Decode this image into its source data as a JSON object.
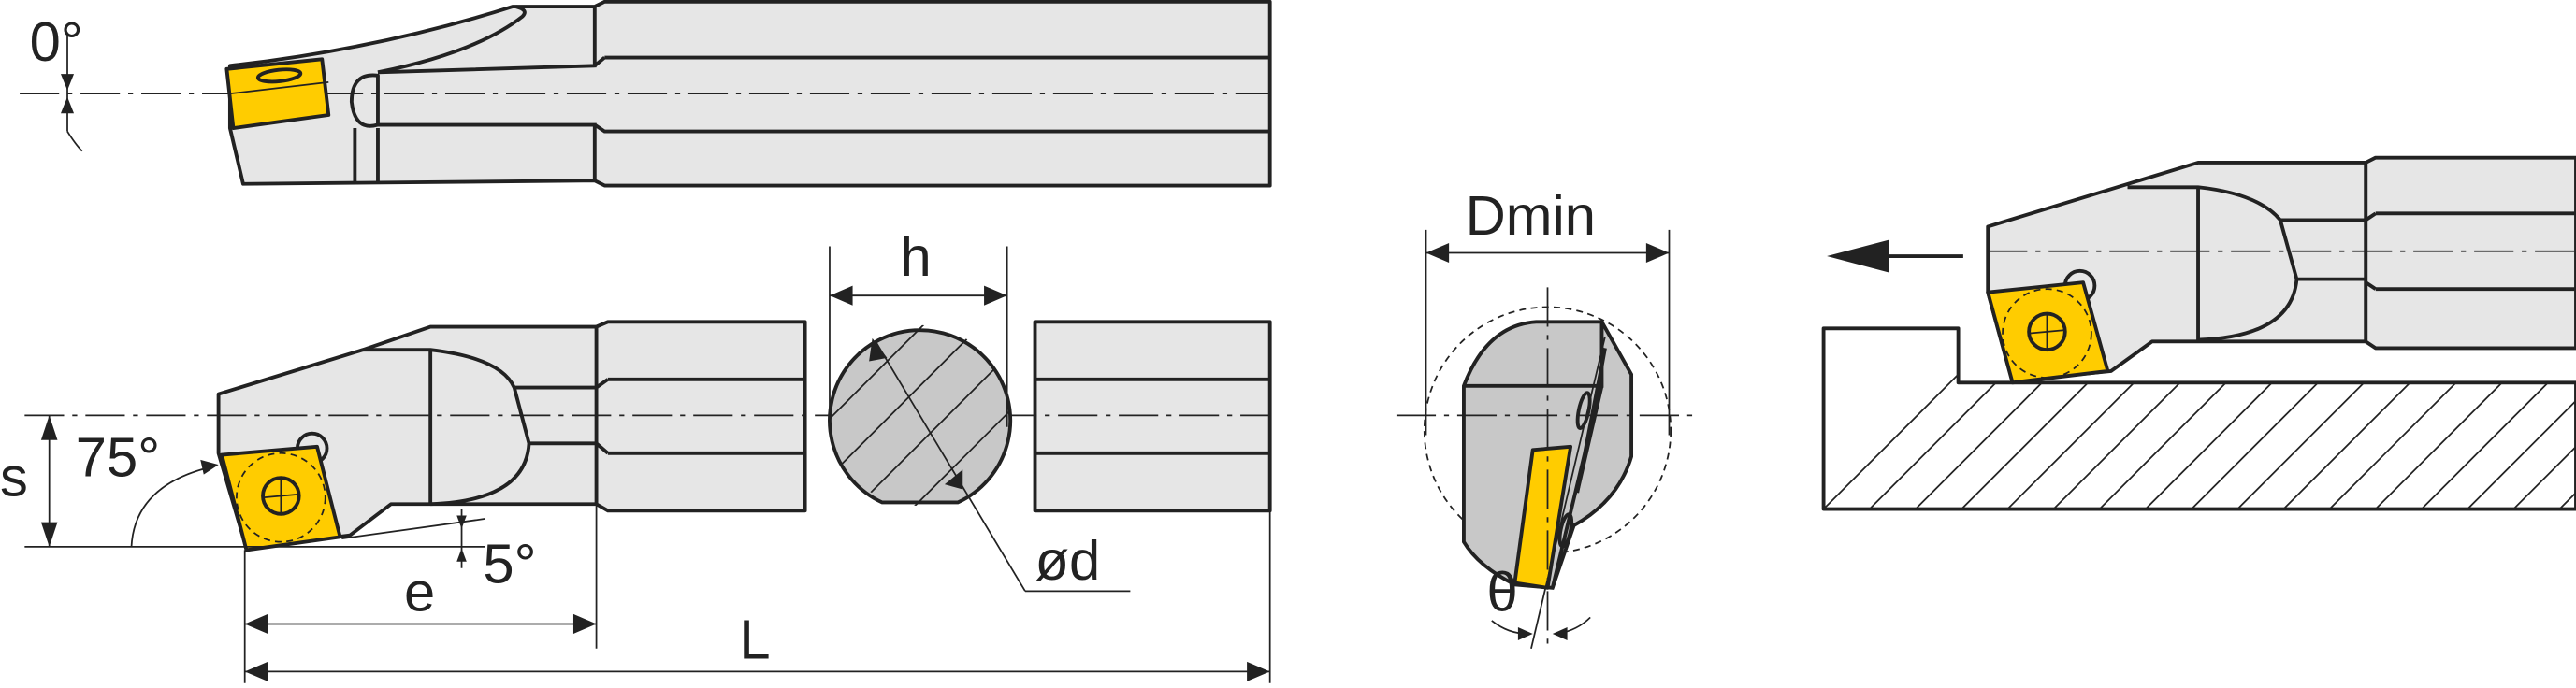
{
  "labels": {
    "clearance_angle": "0°",
    "lead_angle": "75°",
    "offset_s": "s",
    "end_angle": "5°",
    "length_e": "e",
    "length_L": "L",
    "height_h": "h",
    "diameter_d": "ød",
    "min_bore": "Dmin",
    "inclination": "θ"
  },
  "colors": {
    "insert": "#ffcc00",
    "body": "#e6e6e6",
    "section": "#c8c8c8",
    "line": "#222222"
  }
}
